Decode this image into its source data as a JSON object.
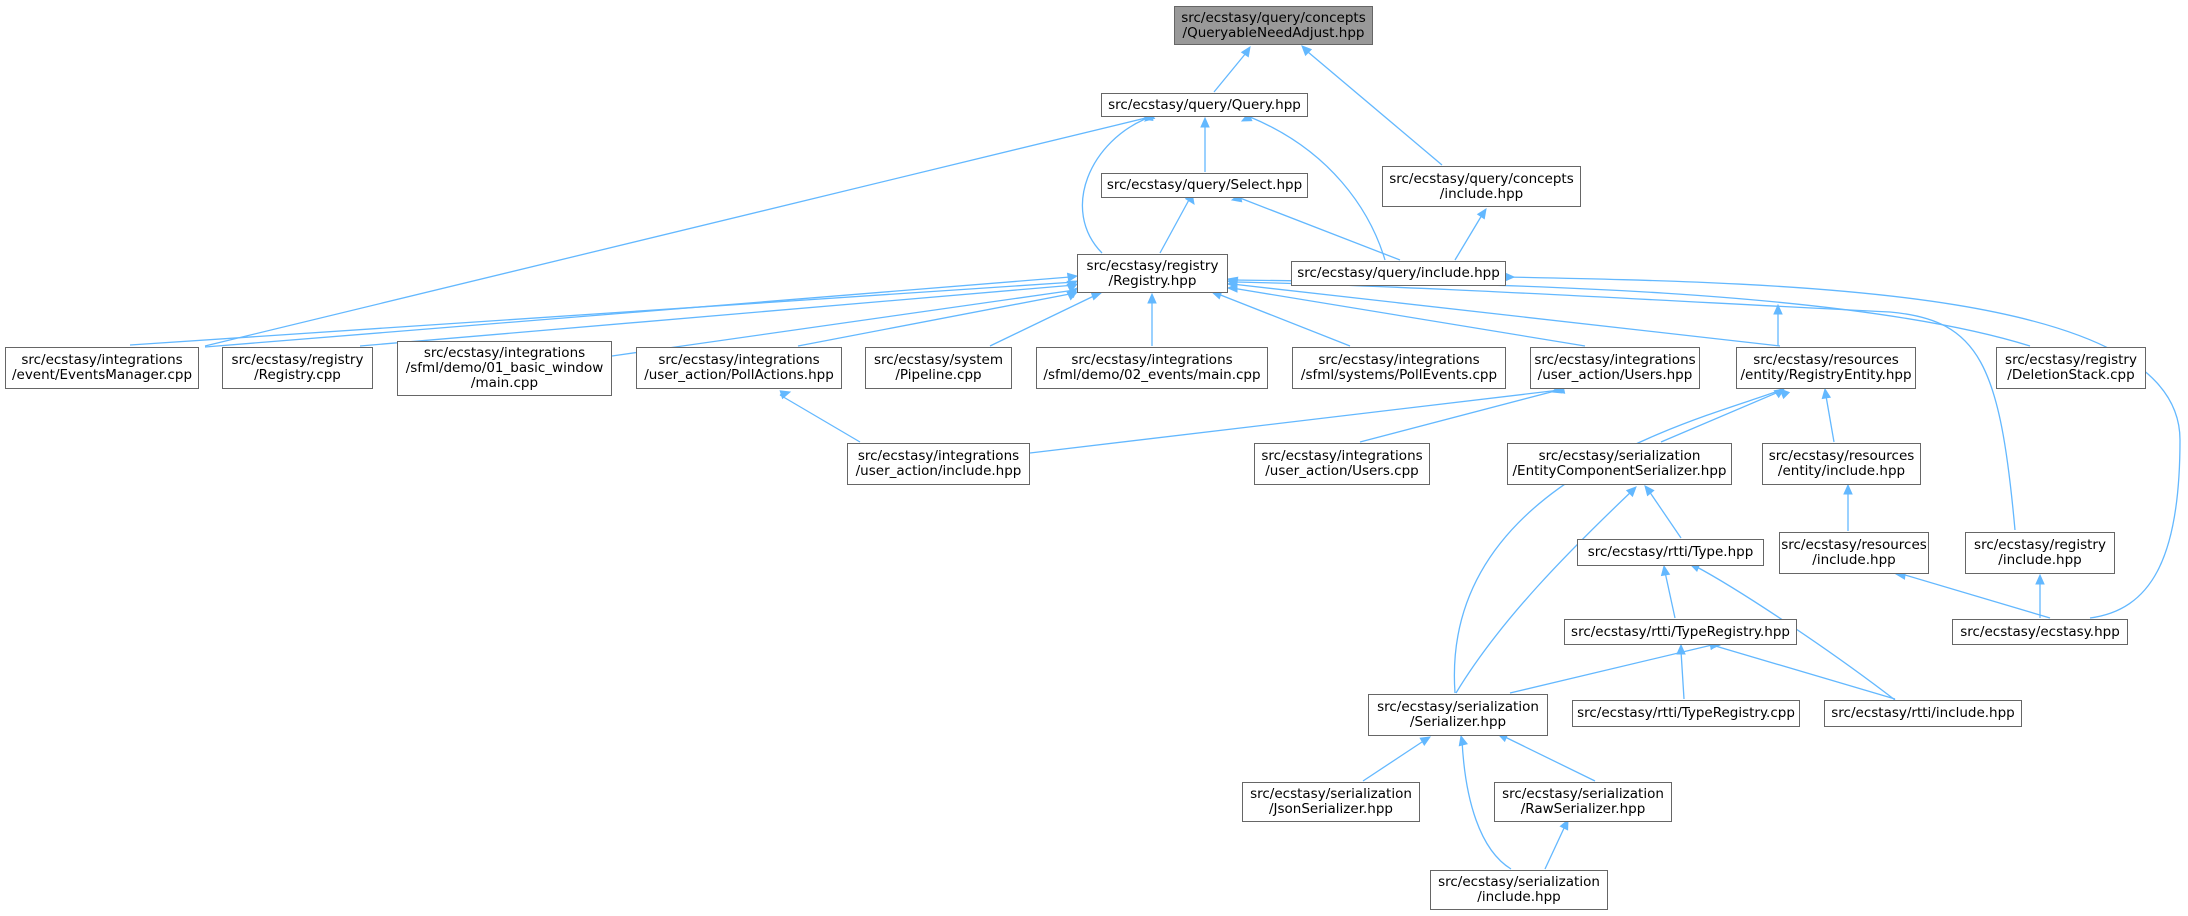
{
  "nodes": {
    "QueryableNeedAdjust": "src/ecstasy/query/concepts\n/QueryableNeedAdjust.hpp",
    "Query": "src/ecstasy/query/Query.hpp",
    "ConceptsInclude": "src/ecstasy/query/concepts\n/include.hpp",
    "Select": "src/ecstasy/query/Select.hpp",
    "QueryInclude": "src/ecstasy/query/include.hpp",
    "Registry": "src/ecstasy/registry\n/Registry.hpp",
    "EventsManager": "src/ecstasy/integrations\n/event/EventsManager.cpp",
    "RegistryCpp": "src/ecstasy/registry\n/Registry.cpp",
    "BasicWindow": "src/ecstasy/integrations\n/sfml/demo/01_basic_window\n/main.cpp",
    "PollActions": "src/ecstasy/integrations\n/user_action/PollActions.hpp",
    "Pipeline": "src/ecstasy/system\n/Pipeline.cpp",
    "Events02": "src/ecstasy/integrations\n/sfml/demo/02_events/main.cpp",
    "PollEvents": "src/ecstasy/integrations\n/sfml/systems/PollEvents.cpp",
    "UsersHpp": "src/ecstasy/integrations\n/user_action/Users.hpp",
    "RegistryEntity": "src/ecstasy/resources\n/entity/RegistryEntity.hpp",
    "DeletionStack": "src/ecstasy/registry\n/DeletionStack.cpp",
    "UserActionInclude": "src/ecstasy/integrations\n/user_action/include.hpp",
    "UsersCpp": "src/ecstasy/integrations\n/user_action/Users.cpp",
    "EntityComponentSerializer": "src/ecstasy/serialization\n/EntityComponentSerializer.hpp",
    "EntityInclude": "src/ecstasy/resources\n/entity/include.hpp",
    "TypeHpp": "src/ecstasy/rtti/Type.hpp",
    "ResourcesInclude": "src/ecstasy/resources\n/include.hpp",
    "RegistryInclude": "src/ecstasy/registry\n/include.hpp",
    "TypeRegistryHpp": "src/ecstasy/rtti/TypeRegistry.hpp",
    "Ecstasy": "src/ecstasy/ecstasy.hpp",
    "Serializer": "src/ecstasy/serialization\n/Serializer.hpp",
    "TypeRegistryCpp": "src/ecstasy/rtti/TypeRegistry.cpp",
    "RttiInclude": "src/ecstasy/rtti/include.hpp",
    "JsonSerializer": "src/ecstasy/serialization\n/JsonSerializer.hpp",
    "RawSerializer": "src/ecstasy/serialization\n/RawSerializer.hpp",
    "SerializationInclude": "src/ecstasy/serialization\n/include.hpp"
  },
  "colors": {
    "edge": "#63b8ff",
    "node_border": "#666666",
    "root_fill": "#999999"
  }
}
